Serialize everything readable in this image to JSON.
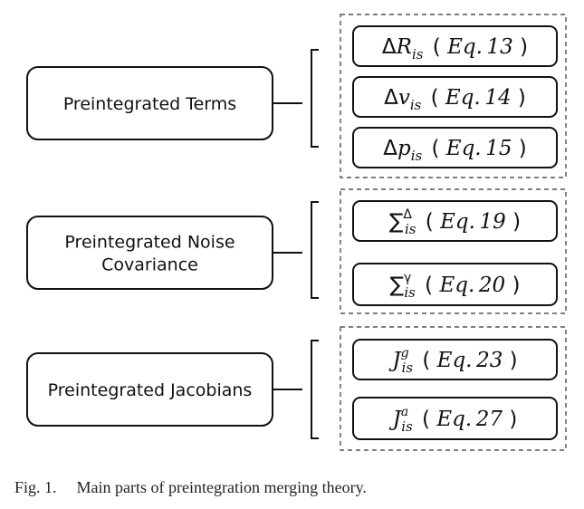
{
  "groups": [
    {
      "label_lines": [
        "Preintegrated Terms"
      ],
      "items": [
        {
          "base": "R",
          "prefix": "Δ",
          "sub": "is",
          "sup": "",
          "ref": "Eq.13"
        },
        {
          "base": "v",
          "prefix": "Δ",
          "sub": "is",
          "sup": "",
          "ref": "Eq.14"
        },
        {
          "base": "p",
          "prefix": "Δ",
          "sub": "is",
          "sup": "",
          "ref": "Eq.15"
        }
      ]
    },
    {
      "label_lines": [
        "Preintegrated Noise",
        "Covariance"
      ],
      "items": [
        {
          "base": "∑",
          "prefix": "",
          "sub": "is",
          "sup": "Δ",
          "ref": "Eq.19"
        },
        {
          "base": "∑",
          "prefix": "",
          "sub": "is",
          "sup": "γ",
          "ref": "Eq.20"
        }
      ]
    },
    {
      "label_lines": [
        "Preintegrated Jacobians"
      ],
      "items": [
        {
          "base": "J",
          "prefix": "",
          "sub": "is",
          "sup": "g",
          "ref": "Eq.23"
        },
        {
          "base": "J",
          "prefix": "",
          "sub": "is",
          "sup": "a",
          "ref": "Eq.27"
        }
      ]
    }
  ],
  "caption": {
    "figure_number": "Fig. 1.",
    "text": "Main parts of preintegration merging theory."
  }
}
